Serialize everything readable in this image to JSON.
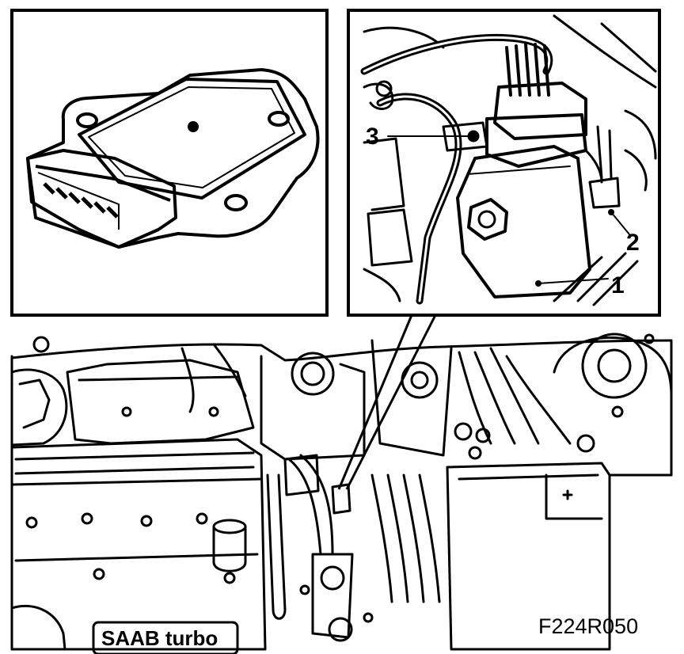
{
  "callouts": {
    "one": "1",
    "two": "2",
    "three": "3"
  },
  "figure_ref": "F224R050",
  "badge": "SAAB turbo",
  "colors": {
    "ink": "#000000",
    "paper": "#ffffff"
  }
}
